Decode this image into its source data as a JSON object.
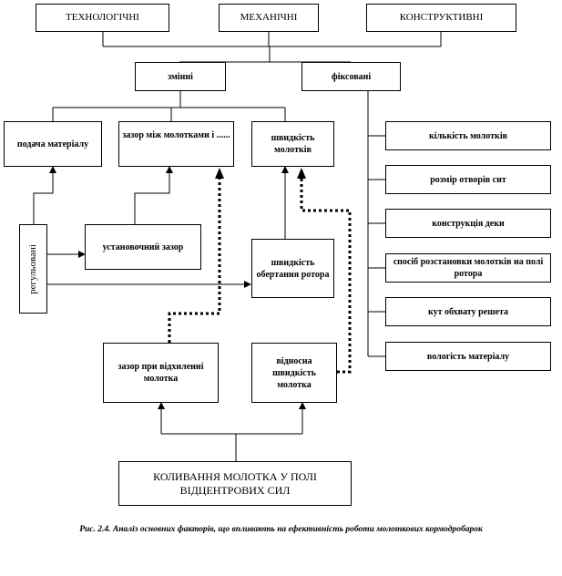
{
  "top_categories": {
    "technological": "ТЕХНОЛОГІЧНІ",
    "mechanical": "МЕХАНІЧНІ",
    "constructive": "КОНСТРУКТИВНІ"
  },
  "groups": {
    "variable": "змінні",
    "fixed": "фіксовані"
  },
  "variable_factors": {
    "feed": "подача матеріалу",
    "gap": "зазор між молотками і ......",
    "speed": "швидкість молотків"
  },
  "regulated": "регульовані",
  "setting_gap": "установочний зазор",
  "rotor_speed": "швидкість обертання ротора",
  "deflection_gap": "зазор при відхиленні молотка",
  "relative_speed": "відносна швидкість молотка",
  "oscillation": "КОЛИВАННЯ МОЛОТКА У ПОЛІ ВІДЦЕНТРОВИХ СИЛ",
  "fixed_factors": [
    "кількість молотків",
    "розмір отворів сит",
    "конструкція деки",
    "спосіб розстановки молотків на полі ротора",
    "кут обхвату решета",
    "вологість матеріалу"
  ],
  "caption": "Рис. 2.4. Аналіз основних факторів, що впливають на ефективність роботи молоткових кормодробарок"
}
